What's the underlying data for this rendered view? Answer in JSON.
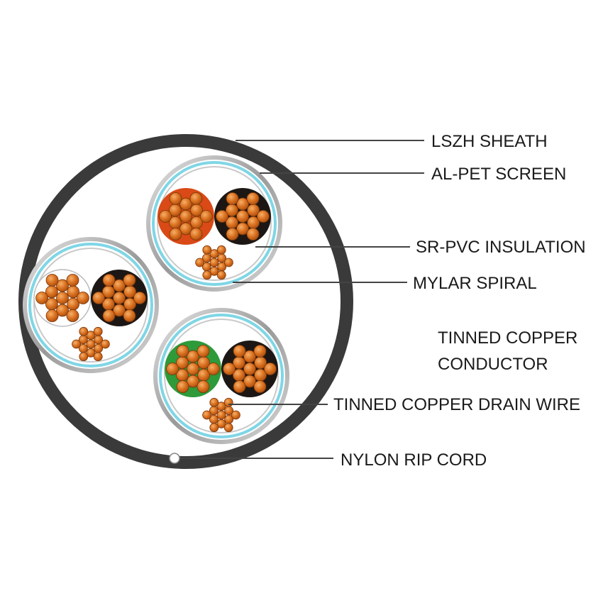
{
  "colors": {
    "sheath": "#3a3a3a",
    "screen_blue": "#7fd6e6",
    "screen_grey": "#b8b8b8",
    "copper": "#d7701e",
    "copper_highlight": "#f2a35e",
    "insulation_red": "#d94a16",
    "insulation_black": "#1c1714",
    "insulation_white": "#ffffff",
    "insulation_green": "#2e9a3a"
  },
  "labels": {
    "lszh_sheath": "LSZH SHEATH",
    "al_pet_screen": "AL-PET SCREEN",
    "sr_pvc_insulation": "SR-PVC INSULATION",
    "mylar_spiral": "MYLAR SPIRAL",
    "tinned_copper_conductor_line1": "TINNED COPPER",
    "tinned_copper_conductor_line2": "CONDUCTOR",
    "tinned_copper_drain_wire": "TINNED COPPER DRAIN WIRE",
    "nylon_rip_cord": "NYLON RIP CORD"
  },
  "pairs": [
    {
      "name": "pair-top",
      "insulation_a": "red",
      "insulation_b": "black"
    },
    {
      "name": "pair-left",
      "insulation_a": "white",
      "insulation_b": "black"
    },
    {
      "name": "pair-bottom",
      "insulation_a": "green",
      "insulation_b": "black"
    }
  ]
}
